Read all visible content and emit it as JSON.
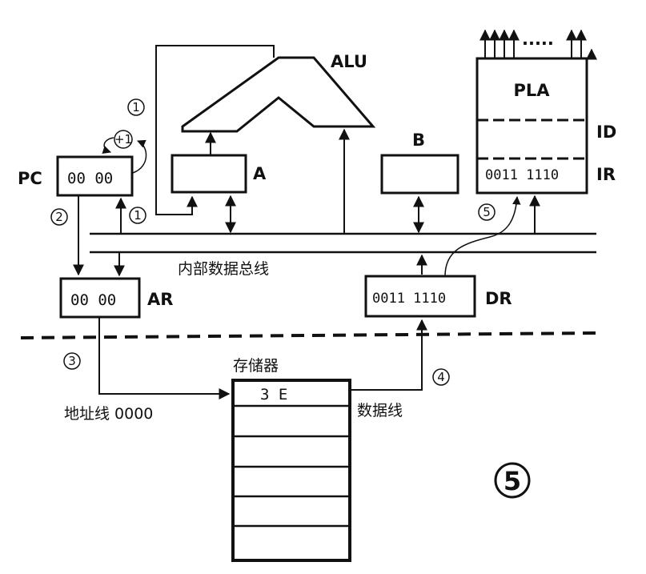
{
  "alu": {
    "label": "ALU"
  },
  "register_a": {
    "label": "A"
  },
  "register_b": {
    "label": "B"
  },
  "pc": {
    "label": "PC",
    "value": "00 00",
    "increment": "+1"
  },
  "ar": {
    "label": "AR",
    "value": "00 00"
  },
  "dr": {
    "label": "DR",
    "value": "0011  1110"
  },
  "pla": {
    "label": "PLA",
    "ir_label": "IR",
    "id_label": "ID",
    "ir_value": "0011  1110",
    "outputs": "....."
  },
  "bus": {
    "label": "内部数据总线"
  },
  "memory": {
    "label": "存储器",
    "first_cell": "3   E"
  },
  "address_line": {
    "label": "地址线 0000"
  },
  "data_line": {
    "label": "数据线"
  },
  "steps": {
    "s1": "1",
    "s2": "2",
    "s3": "3",
    "s4": "4",
    "s5": "5",
    "big": "5"
  }
}
